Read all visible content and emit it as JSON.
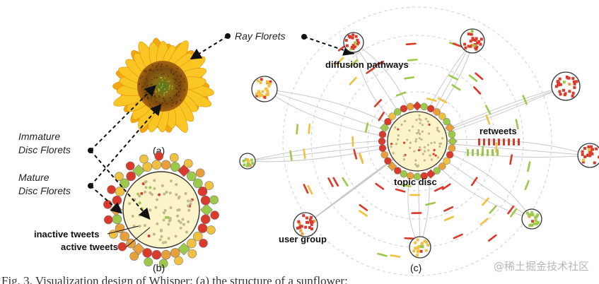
{
  "labels": {
    "ray_florets": "Ray Florets",
    "immature_line1": "Immature",
    "immature_line2": "Disc Florets",
    "mature_line1": "Mature",
    "mature_line2": "Disc Florets",
    "inactive_tweets": "inactive tweets",
    "active_tweets": "active tweets",
    "diffusion_pathways": "diffusion pathways",
    "retweets": "retweets",
    "topic_disc": "topic disc",
    "user_group": "user group"
  },
  "panels": {
    "a": "(a)",
    "b": "(b)",
    "c": "(c)"
  },
  "caption": "Fig. 3. Visualization design of Whisper: (a) the structure of a sunflower;",
  "watermark": "@稀土掘金技术社区",
  "colors": {
    "red": "#d93a2b",
    "yellow": "#f0c040",
    "green": "#9cc94a",
    "orange": "#e8a13a",
    "disc_fill": "#fbf4c8",
    "petal": "#f6b51e",
    "center": "#7a4a10"
  }
}
